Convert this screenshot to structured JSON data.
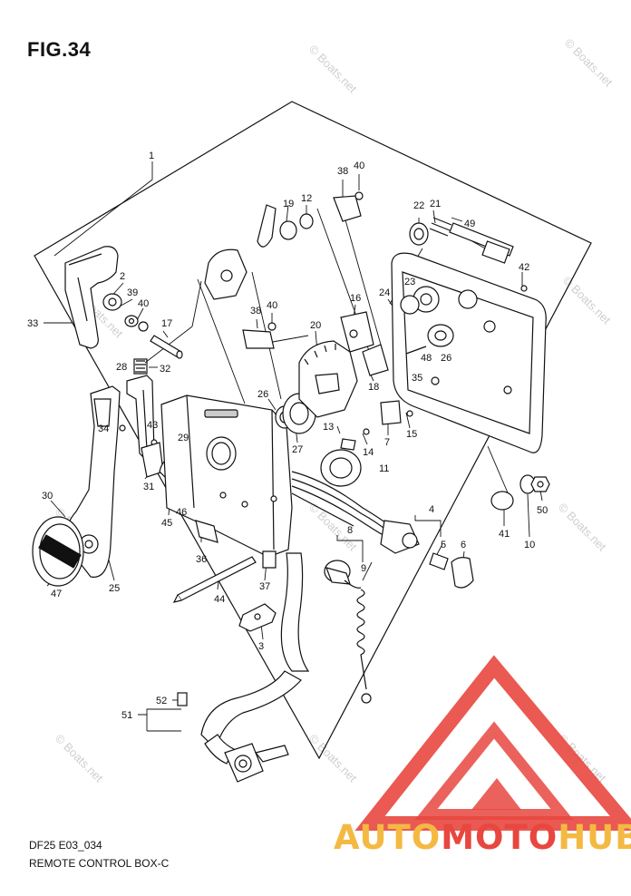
{
  "figure": {
    "title": "FIG.34",
    "code": "DF25 E03_034",
    "name": "REMOTE CONTROL BOX-C"
  },
  "watermark": {
    "text": "© Boats.net",
    "color": "#cfcfcf"
  },
  "brand_logo": {
    "part1": "AUTO",
    "part2": "MOTO",
    "part3": "HUB",
    "colors": {
      "triangle": "#e8473f",
      "gold": "#f4b942",
      "red": "#e8473f"
    }
  },
  "callouts": [
    {
      "id": "c1",
      "label": "1"
    },
    {
      "id": "c2",
      "label": "2"
    },
    {
      "id": "c3",
      "label": "3"
    },
    {
      "id": "c4",
      "label": "4"
    },
    {
      "id": "c5",
      "label": "5"
    },
    {
      "id": "c6",
      "label": "6"
    },
    {
      "id": "c7",
      "label": "7"
    },
    {
      "id": "c8",
      "label": "8"
    },
    {
      "id": "c9",
      "label": "9"
    },
    {
      "id": "c10",
      "label": "10"
    },
    {
      "id": "c11",
      "label": "11"
    },
    {
      "id": "c12",
      "label": "12"
    },
    {
      "id": "c13",
      "label": "13"
    },
    {
      "id": "c14",
      "label": "14"
    },
    {
      "id": "c15",
      "label": "15"
    },
    {
      "id": "c16",
      "label": "16"
    },
    {
      "id": "c17",
      "label": "17"
    },
    {
      "id": "c18",
      "label": "18"
    },
    {
      "id": "c19",
      "label": "19"
    },
    {
      "id": "c20",
      "label": "20"
    },
    {
      "id": "c21",
      "label": "21"
    },
    {
      "id": "c22",
      "label": "22"
    },
    {
      "id": "c23",
      "label": "23"
    },
    {
      "id": "c24",
      "label": "24"
    },
    {
      "id": "c25",
      "label": "25"
    },
    {
      "id": "c26a",
      "label": "26"
    },
    {
      "id": "c26b",
      "label": "26"
    },
    {
      "id": "c27",
      "label": "27"
    },
    {
      "id": "c28",
      "label": "28"
    },
    {
      "id": "c29",
      "label": "29"
    },
    {
      "id": "c30",
      "label": "30"
    },
    {
      "id": "c31",
      "label": "31"
    },
    {
      "id": "c32",
      "label": "32"
    },
    {
      "id": "c33",
      "label": "33"
    },
    {
      "id": "c34",
      "label": "34"
    },
    {
      "id": "c35",
      "label": "35"
    },
    {
      "id": "c36",
      "label": "36"
    },
    {
      "id": "c37",
      "label": "37"
    },
    {
      "id": "c38a",
      "label": "38"
    },
    {
      "id": "c38b",
      "label": "38"
    },
    {
      "id": "c39",
      "label": "39"
    },
    {
      "id": "c40a",
      "label": "40"
    },
    {
      "id": "c40b",
      "label": "40"
    },
    {
      "id": "c40c",
      "label": "40"
    },
    {
      "id": "c41",
      "label": "41"
    },
    {
      "id": "c42",
      "label": "42"
    },
    {
      "id": "c43",
      "label": "43"
    },
    {
      "id": "c44",
      "label": "44"
    },
    {
      "id": "c45",
      "label": "45"
    },
    {
      "id": "c46",
      "label": "46"
    },
    {
      "id": "c47",
      "label": "47"
    },
    {
      "id": "c48",
      "label": "48"
    },
    {
      "id": "c49",
      "label": "49"
    },
    {
      "id": "c50",
      "label": "50"
    },
    {
      "id": "c51",
      "label": "51"
    },
    {
      "id": "c52",
      "label": "52"
    }
  ]
}
